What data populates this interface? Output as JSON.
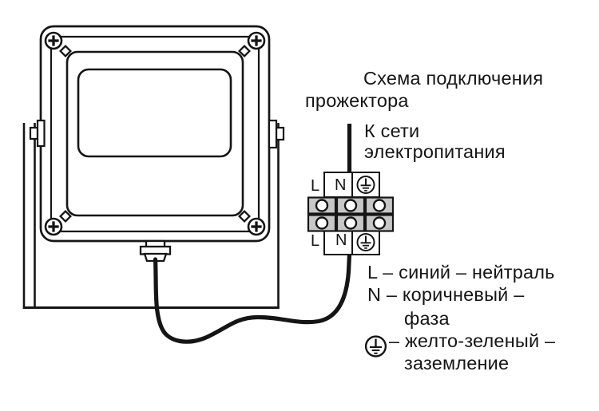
{
  "diagram": {
    "title_line1": "Схема подключения",
    "title_line2": "прожектора",
    "power_line1": "К сети",
    "power_line2": "электропитания"
  },
  "terminal": {
    "top": {
      "l": "L",
      "n": "N"
    },
    "bottom": {
      "l": "L",
      "n": "N"
    }
  },
  "legend": {
    "l_item": "L – синий – нейтраль",
    "n_item_line1": "N – коричневый –",
    "n_item_line2": "фаза",
    "earth_item_line1": "– желто-зеленый –",
    "earth_item_line2": "заземление"
  },
  "icons": {
    "earth": "protective-earth-icon",
    "screw": "phillips-screw-icon"
  },
  "colors": {
    "ink": "#151515",
    "terminal_fill": "#c7c7c7",
    "background": "#ffffff"
  }
}
